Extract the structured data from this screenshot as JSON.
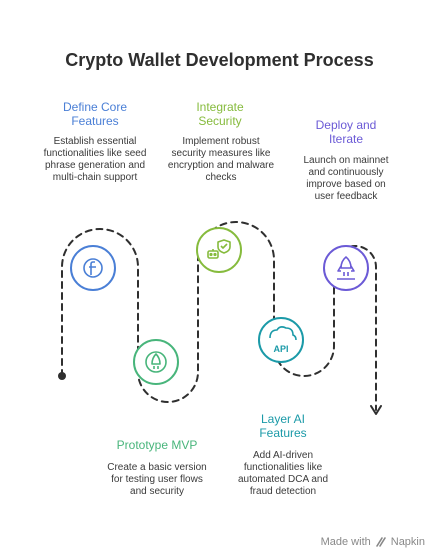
{
  "title": "Crypto Wallet Development Process",
  "steps": [
    {
      "title": "Define Core Features",
      "desc": "Establish essential functionalities like seed phrase generation and multi-chain support",
      "color": "#4a7fd6",
      "icon": "facebook-f-icon"
    },
    {
      "title": "Prototype MVP",
      "desc": "Create a basic version for testing user flows and security",
      "color": "#48b57b",
      "icon": "rocket-icon"
    },
    {
      "title": "Integrate Security",
      "desc": "Implement robust security measures like encryption and malware checks",
      "color": "#86bb3d",
      "icon": "shield-robot-icon"
    },
    {
      "title": "Layer AI Features",
      "desc": "Add AI-driven functionalities like automated DCA and fraud detection",
      "color": "#1b9aa8",
      "icon": "cloud-api-icon"
    },
    {
      "title": "Deploy and Iterate",
      "desc": "Launch on mainnet and continuously improve based on user feedback",
      "color": "#6b5ad6",
      "icon": "rocket-launch-icon"
    }
  ],
  "footer": {
    "made_with": "Made with",
    "brand": "Napkin"
  }
}
